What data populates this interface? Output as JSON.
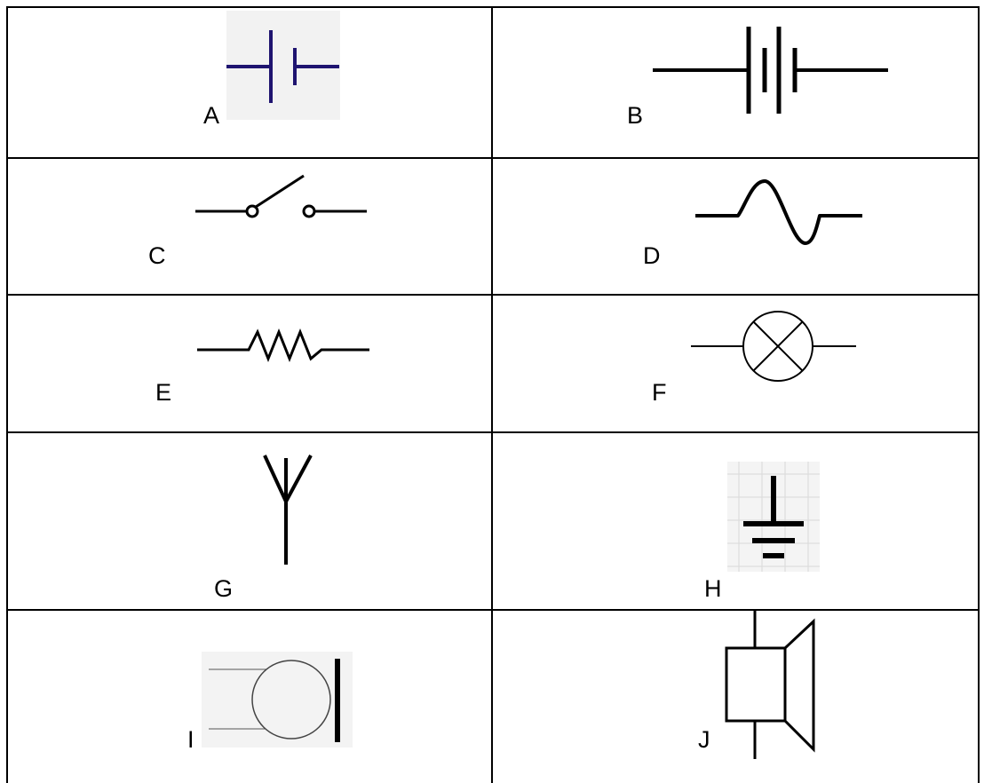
{
  "table": {
    "rows": [
      {
        "left": {
          "label": "A",
          "symbol_icon": "cell-icon"
        },
        "right": {
          "label": "B",
          "symbol_icon": "battery-icon"
        }
      },
      {
        "left": {
          "label": "C",
          "symbol_icon": "switch-icon"
        },
        "right": {
          "label": "D",
          "symbol_icon": "ac-supply-icon"
        }
      },
      {
        "left": {
          "label": "E",
          "symbol_icon": "resistor-icon"
        },
        "right": {
          "label": "F",
          "symbol_icon": "lamp-icon"
        }
      },
      {
        "left": {
          "label": "G",
          "symbol_icon": "aerial-icon"
        },
        "right": {
          "label": "H",
          "symbol_icon": "earth-icon"
        }
      },
      {
        "left": {
          "label": "I",
          "symbol_icon": "microphone-icon"
        },
        "right": {
          "label": "J",
          "symbol_icon": "loudspeaker-icon"
        }
      }
    ]
  },
  "colors": {
    "grid_line": "#000000",
    "symbol_stroke": "#000000",
    "cell_symbol_stroke": "#1f1470",
    "cell_symbol_background": "#f2f2f2",
    "earth_grid_background": "#f4f4f4"
  }
}
